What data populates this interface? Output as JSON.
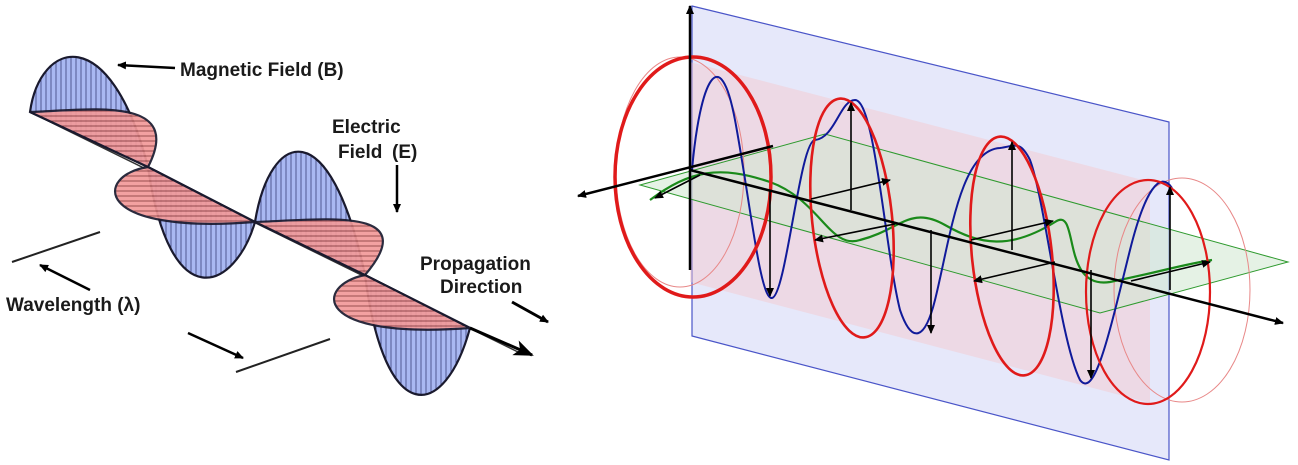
{
  "left_figure": {
    "labels": {
      "magnetic": "Magnetic Field (B)",
      "electric_line1": "Electric",
      "electric_line2": "Field",
      "electric_symbol": "(E)",
      "propagation_line1": "Propagation",
      "propagation_line2": "Direction",
      "wavelength": "Wavelength (λ)"
    },
    "colors": {
      "magnetic_fill": "#a9b8f2",
      "electric_fill": "#f29a9a",
      "overlap_fill": "#9a6cb4",
      "outline": "#1a1a2e"
    }
  },
  "right_figure": {
    "colors": {
      "vertical_plane": "#c9cdf3",
      "horizontal_plane": "#cfe8cf",
      "circle": "#e01a1a",
      "blue_wave": "#101a9a",
      "green_wave": "#1a8a1a",
      "axis": "#000000"
    }
  }
}
